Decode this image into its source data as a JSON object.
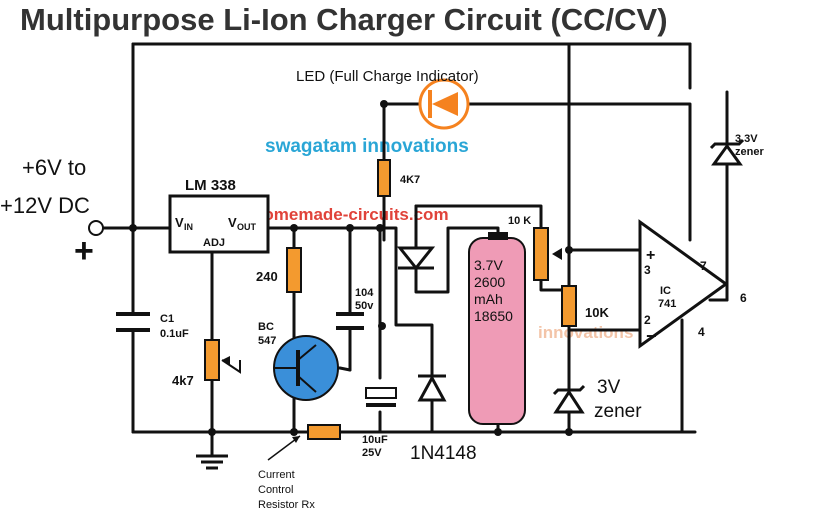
{
  "title": "Multipurpose Li-Ion Charger Circuit (CC/CV)",
  "watermarks": {
    "brand": "swagatam innovations",
    "site": "homemade-circuits.com",
    "faint": "innovations"
  },
  "labels": {
    "supply_line1": "+6V to",
    "supply_line2": "+12V DC",
    "plus_sign": "+",
    "regulator": "LM 338",
    "vin": "V",
    "vin_sub": "IN",
    "vout": "V",
    "vout_sub": "OUT",
    "adj": "ADJ",
    "led": "LED (Full Charge Indicator)",
    "r_led": "4K7",
    "r_240": "240",
    "cap_104_line1": "104",
    "cap_104_line2": "50v",
    "c1_line1": "C1",
    "c1_line2": "0.1uF",
    "pot_4k7": "4k7",
    "transistor_line1": "BC",
    "transistor_line2": "547",
    "pot_10k": "10 K",
    "r_10k": "10K",
    "battery_line1": "3.7V",
    "battery_line2": "2600",
    "battery_line3": "mAh",
    "battery_line4": "18650",
    "zener_3v_line1": "3V",
    "zener_3v_line2": "zener",
    "zener_33_line1": "3.3V",
    "zener_33_line2": "zener",
    "ic_line1": "IC",
    "ic_line2": "741",
    "pin3": "3",
    "pin2": "2",
    "pin7": "7",
    "pin6": "6",
    "pin4": "4",
    "op_plus": "+",
    "op_minus": "−",
    "diode": "1N4148",
    "cap_10u_line1": "10uF",
    "cap_10u_line2": "25V",
    "rx_line1": "Current",
    "rx_line2": "Control",
    "rx_line3": "Resistor Rx"
  },
  "colors": {
    "resistor": "#f39a2f",
    "battery": "#ef9bb6",
    "transistor": "#3a8fd9",
    "led": "#f5821f",
    "wire": "#111111",
    "title": "#333333"
  },
  "icons": [
    "led-diode-icon",
    "zener-diode-icon",
    "diode-icon",
    "npn-transistor-icon",
    "ground-icon",
    "opamp-icon"
  ]
}
